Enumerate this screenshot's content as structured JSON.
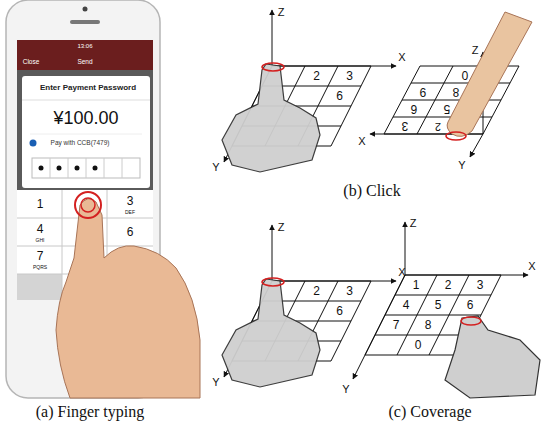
{
  "diagram": {
    "labels": [
      "13:06",
      "Close",
      "Send",
      "Enter Payment Password",
      "¥100.00",
      "Pay with CCB(7479)",
      "1",
      "3",
      "DEF",
      "4",
      "GHI",
      "6",
      "7",
      "PQRS",
      "(a) Finger typing",
      "Z",
      "X",
      "Y",
      "2",
      "3",
      "6",
      "Z",
      "X",
      "Y",
      "0",
      "9",
      "8",
      "6",
      "5",
      "3",
      "2",
      "(b) Click",
      "Z",
      "X",
      "Y",
      "2",
      "3",
      "6",
      "Z",
      "X",
      "Y",
      "1",
      "2",
      "3",
      "4",
      "5",
      "6",
      "7",
      "8",
      "0",
      "(c) Coverage"
    ]
  }
}
